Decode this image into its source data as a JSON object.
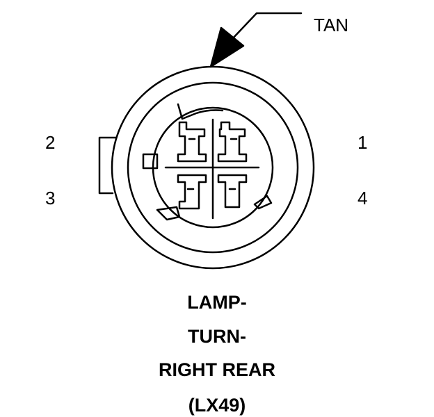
{
  "callout": {
    "color_label": "TAN"
  },
  "pins": {
    "p1": "1",
    "p2": "2",
    "p3": "3",
    "p4": "4"
  },
  "caption": {
    "line1": "LAMP-",
    "line2": "TURN-",
    "line3": "RIGHT REAR",
    "line4": "(LX49)"
  },
  "colors": {
    "ink": "#000000",
    "background": "#ffffff"
  }
}
